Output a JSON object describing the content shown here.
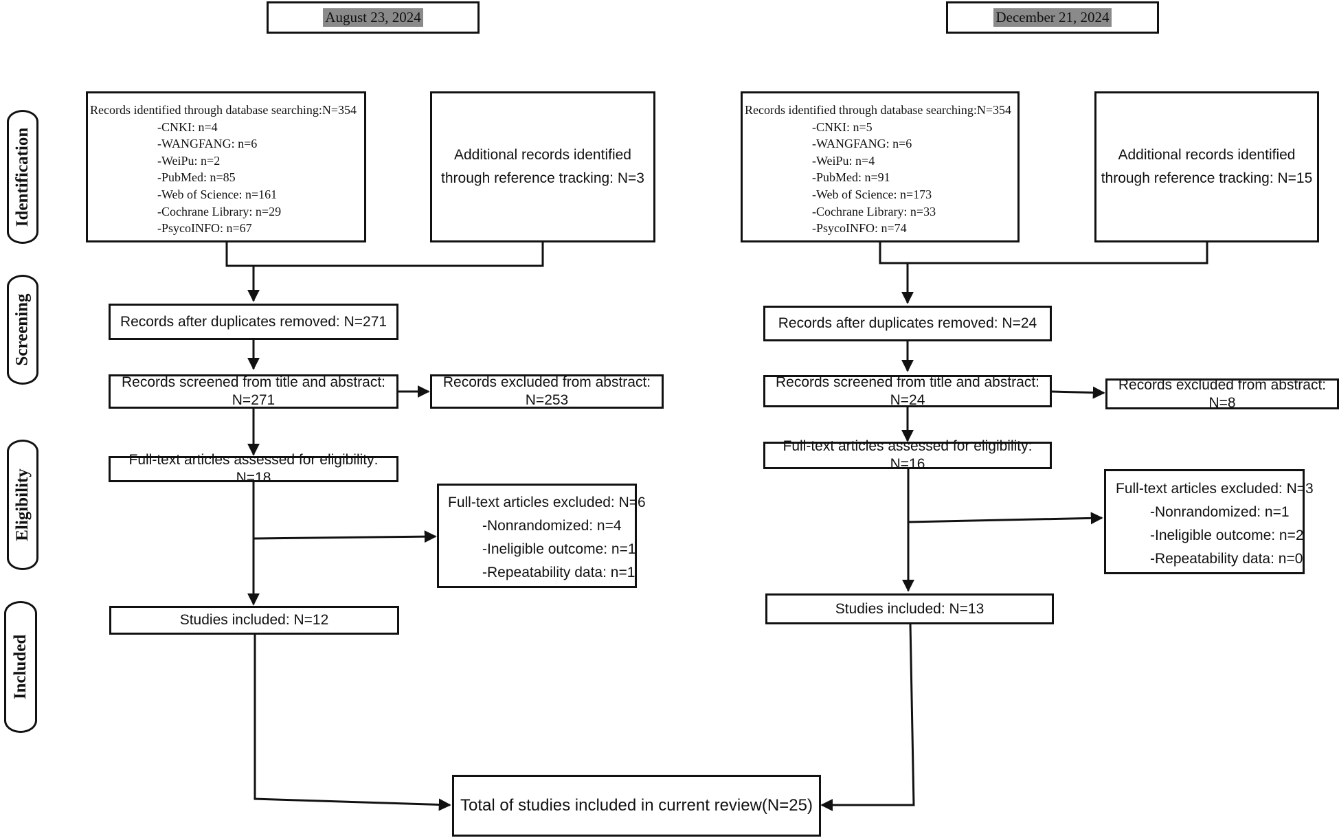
{
  "dates": {
    "left": "August 23, 2024",
    "right": "December 21, 2024"
  },
  "phases": [
    "Identification",
    "Screening",
    "Eligibility",
    "Included"
  ],
  "left": {
    "identified": {
      "title": "Records identified through database searching:N=354",
      "items": [
        "-CNKI: n=4",
        "-WANGFANG: n=6",
        "-WeiPu: n=2",
        "-PubMed: n=85",
        "-Web of Science: n=161",
        "-Cochrane Library: n=29",
        "-PsycoINFO: n=67"
      ]
    },
    "additional": [
      "Additional records identified",
      "through reference tracking: N=3"
    ],
    "duplicates_removed": "Records after duplicates removed: N=271",
    "screened": "Records screened from title and abstract: N=271",
    "excluded_abstract": "Records excluded from abstract: N=253",
    "fulltext_assessed": "Full-text articles assessed for eligibility: N=18",
    "fulltext_excluded": {
      "title": "Full-text articles excluded: N=6",
      "items": [
        "-Nonrandomized: n=4",
        "-Ineligible outcome: n=1",
        "-Repeatability data: n=1"
      ]
    },
    "included": "Studies included: N=12"
  },
  "right": {
    "identified": {
      "title": "Records identified through database searching:N=354",
      "items": [
        "-CNKI: n=5",
        "-WANGFANG: n=6",
        "-WeiPu: n=4",
        "-PubMed: n=91",
        "-Web of Science: n=173",
        "-Cochrane Library: n=33",
        "-PsycoINFO: n=74"
      ]
    },
    "additional": [
      "Additional records identified",
      "through reference tracking: N=15"
    ],
    "duplicates_removed": "Records after duplicates removed: N=24",
    "screened": "Records screened from title and abstract: N=24",
    "excluded_abstract": "Records excluded from abstract: N=8",
    "fulltext_assessed": "Full-text articles assessed for eligibility: N=16",
    "fulltext_excluded": {
      "title": "Full-text articles excluded: N=3",
      "items": [
        "-Nonrandomized: n=1",
        "-Ineligible outcome: n=2",
        "-Repeatability data: n=0"
      ]
    },
    "included": "Studies included: N=13"
  },
  "total": "Total of studies included in current review(N=25)",
  "colors": {
    "line": "#111111",
    "date_highlight": "#8a8a8a"
  }
}
